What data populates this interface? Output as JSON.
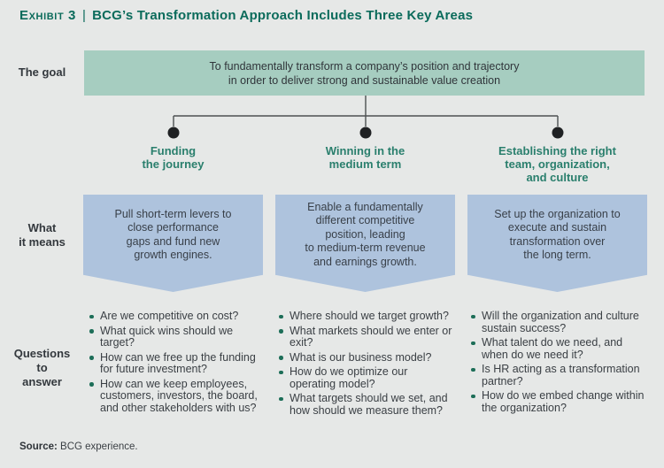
{
  "header": {
    "exhibit_label": "Exhibit 3",
    "divider": "|",
    "title": "BCG’s Transformation Approach Includes Three Key Areas"
  },
  "row_labels": {
    "goal": "The goal",
    "means": "What\nit means",
    "questions": "Questions\nto\nanswer"
  },
  "goal": {
    "text": "To fundamentally transform a company’s position and trajectory\nin order to deliver strong and sustainable value creation"
  },
  "columns": [
    {
      "header": "Funding\nthe journey",
      "means": "Pull short-term levers to\nclose performance\ngaps and fund new\ngrowth engines.",
      "questions": [
        "Are we competitive on cost?",
        "What quick wins should we target?",
        "How can we free up the funding for future investment?",
        "How can we keep employees, customers, investors, the board, and other stakeholders with us?"
      ]
    },
    {
      "header": "Winning in the\nmedium term",
      "means": "Enable a fundamentally\ndifferent competitive\nposition, leading\nto medium-term revenue\nand earnings growth.",
      "questions": [
        "Where should we target growth?",
        "What markets should we enter or exit?",
        "What is our business model?",
        "How do we optimize our operating model?",
        "What targets should we set, and how should we measure them?"
      ]
    },
    {
      "header": "Establishing the right\nteam, organization,\nand culture",
      "means": "Set up the organization to\nexecute and sustain\ntransformation over\nthe long term.",
      "questions": [
        "Will the organization and culture sustain success?",
        "What talent do we need, and when do we need it?",
        "Is HR acting as a transformation partner?",
        "How do we embed change within the organization?"
      ]
    }
  ],
  "footer": {
    "source_label": "Source:",
    "source_text": " BCG experience."
  },
  "colors": {
    "background": "#e6e8e7",
    "title_teal": "#0b6b5b",
    "header_teal": "#2a7f6d",
    "goal_box_bg": "#a6cdc0",
    "means_box_bg": "#aec3dd",
    "bullet_green": "#1d6e58",
    "connector_line": "#4d5152",
    "connector_dot": "#1f2123"
  }
}
